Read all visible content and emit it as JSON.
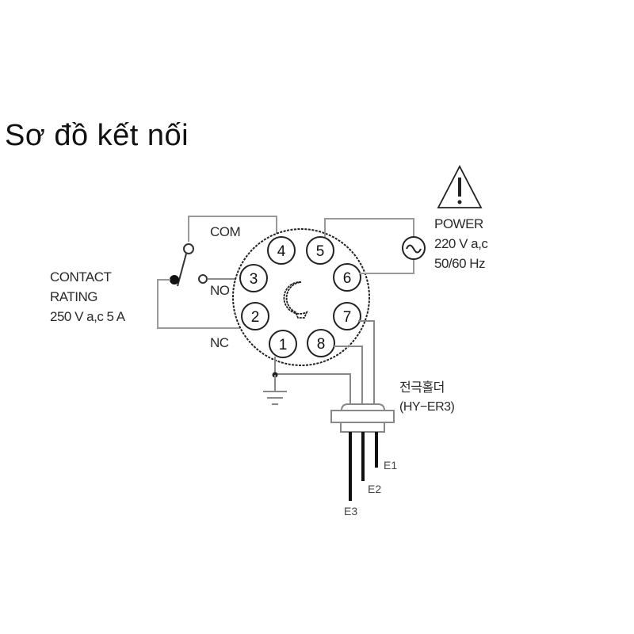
{
  "title": "Sơ đồ kết nối",
  "contact": {
    "line1": "CONTACT",
    "line2": "RATING",
    "line3": "250 V a,c 5 A",
    "com_label": "COM",
    "no_label": "NO",
    "nc_label": "NC"
  },
  "power": {
    "warning_icon": "warning-triangle-icon",
    "label": "POWER",
    "voltage": "220 V a,c",
    "frequency": "50/60 Hz",
    "ac_source_icon": "ac-sine-icon"
  },
  "socket": {
    "pins": [
      "1",
      "2",
      "3",
      "4",
      "5",
      "6",
      "7",
      "8"
    ]
  },
  "electrode_holder": {
    "label_ko": "전극홀더",
    "model": "(HY−ER3)",
    "electrodes": [
      "E1",
      "E2",
      "E3"
    ]
  },
  "ground_icon": "ground-icon"
}
